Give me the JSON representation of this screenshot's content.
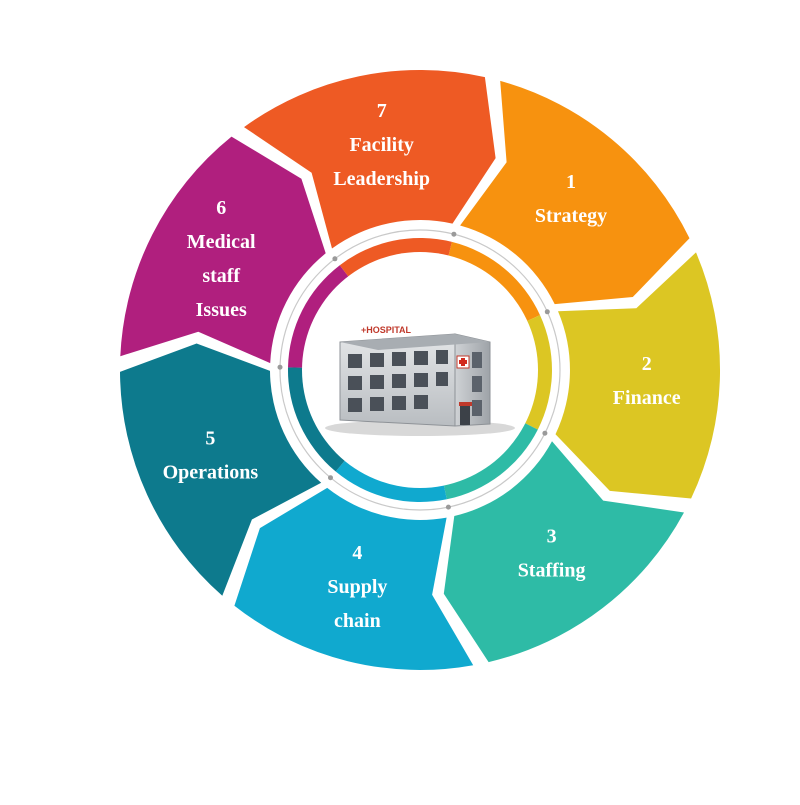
{
  "segments": [
    {
      "number": "1",
      "lines": [
        "Strategy"
      ],
      "color": "#f7920f"
    },
    {
      "number": "2",
      "lines": [
        "Finance"
      ],
      "color": "#dcc623"
    },
    {
      "number": "3",
      "lines": [
        "Staffing"
      ],
      "color": "#2ebba6"
    },
    {
      "number": "4",
      "lines": [
        "Supply",
        "chain"
      ],
      "color": "#10a9cf"
    },
    {
      "number": "5",
      "lines": [
        "Operations"
      ],
      "color": "#0d7a8d"
    },
    {
      "number": "6",
      "lines": [
        "Medical",
        "staff",
        "Issues"
      ],
      "color": "#b01f7e"
    },
    {
      "number": "7",
      "lines": [
        "Facility",
        "Leadership"
      ],
      "color": "#ee5a24"
    }
  ],
  "center": {
    "icon": "hospital-building-icon",
    "sign": "+HOSPITAL"
  }
}
